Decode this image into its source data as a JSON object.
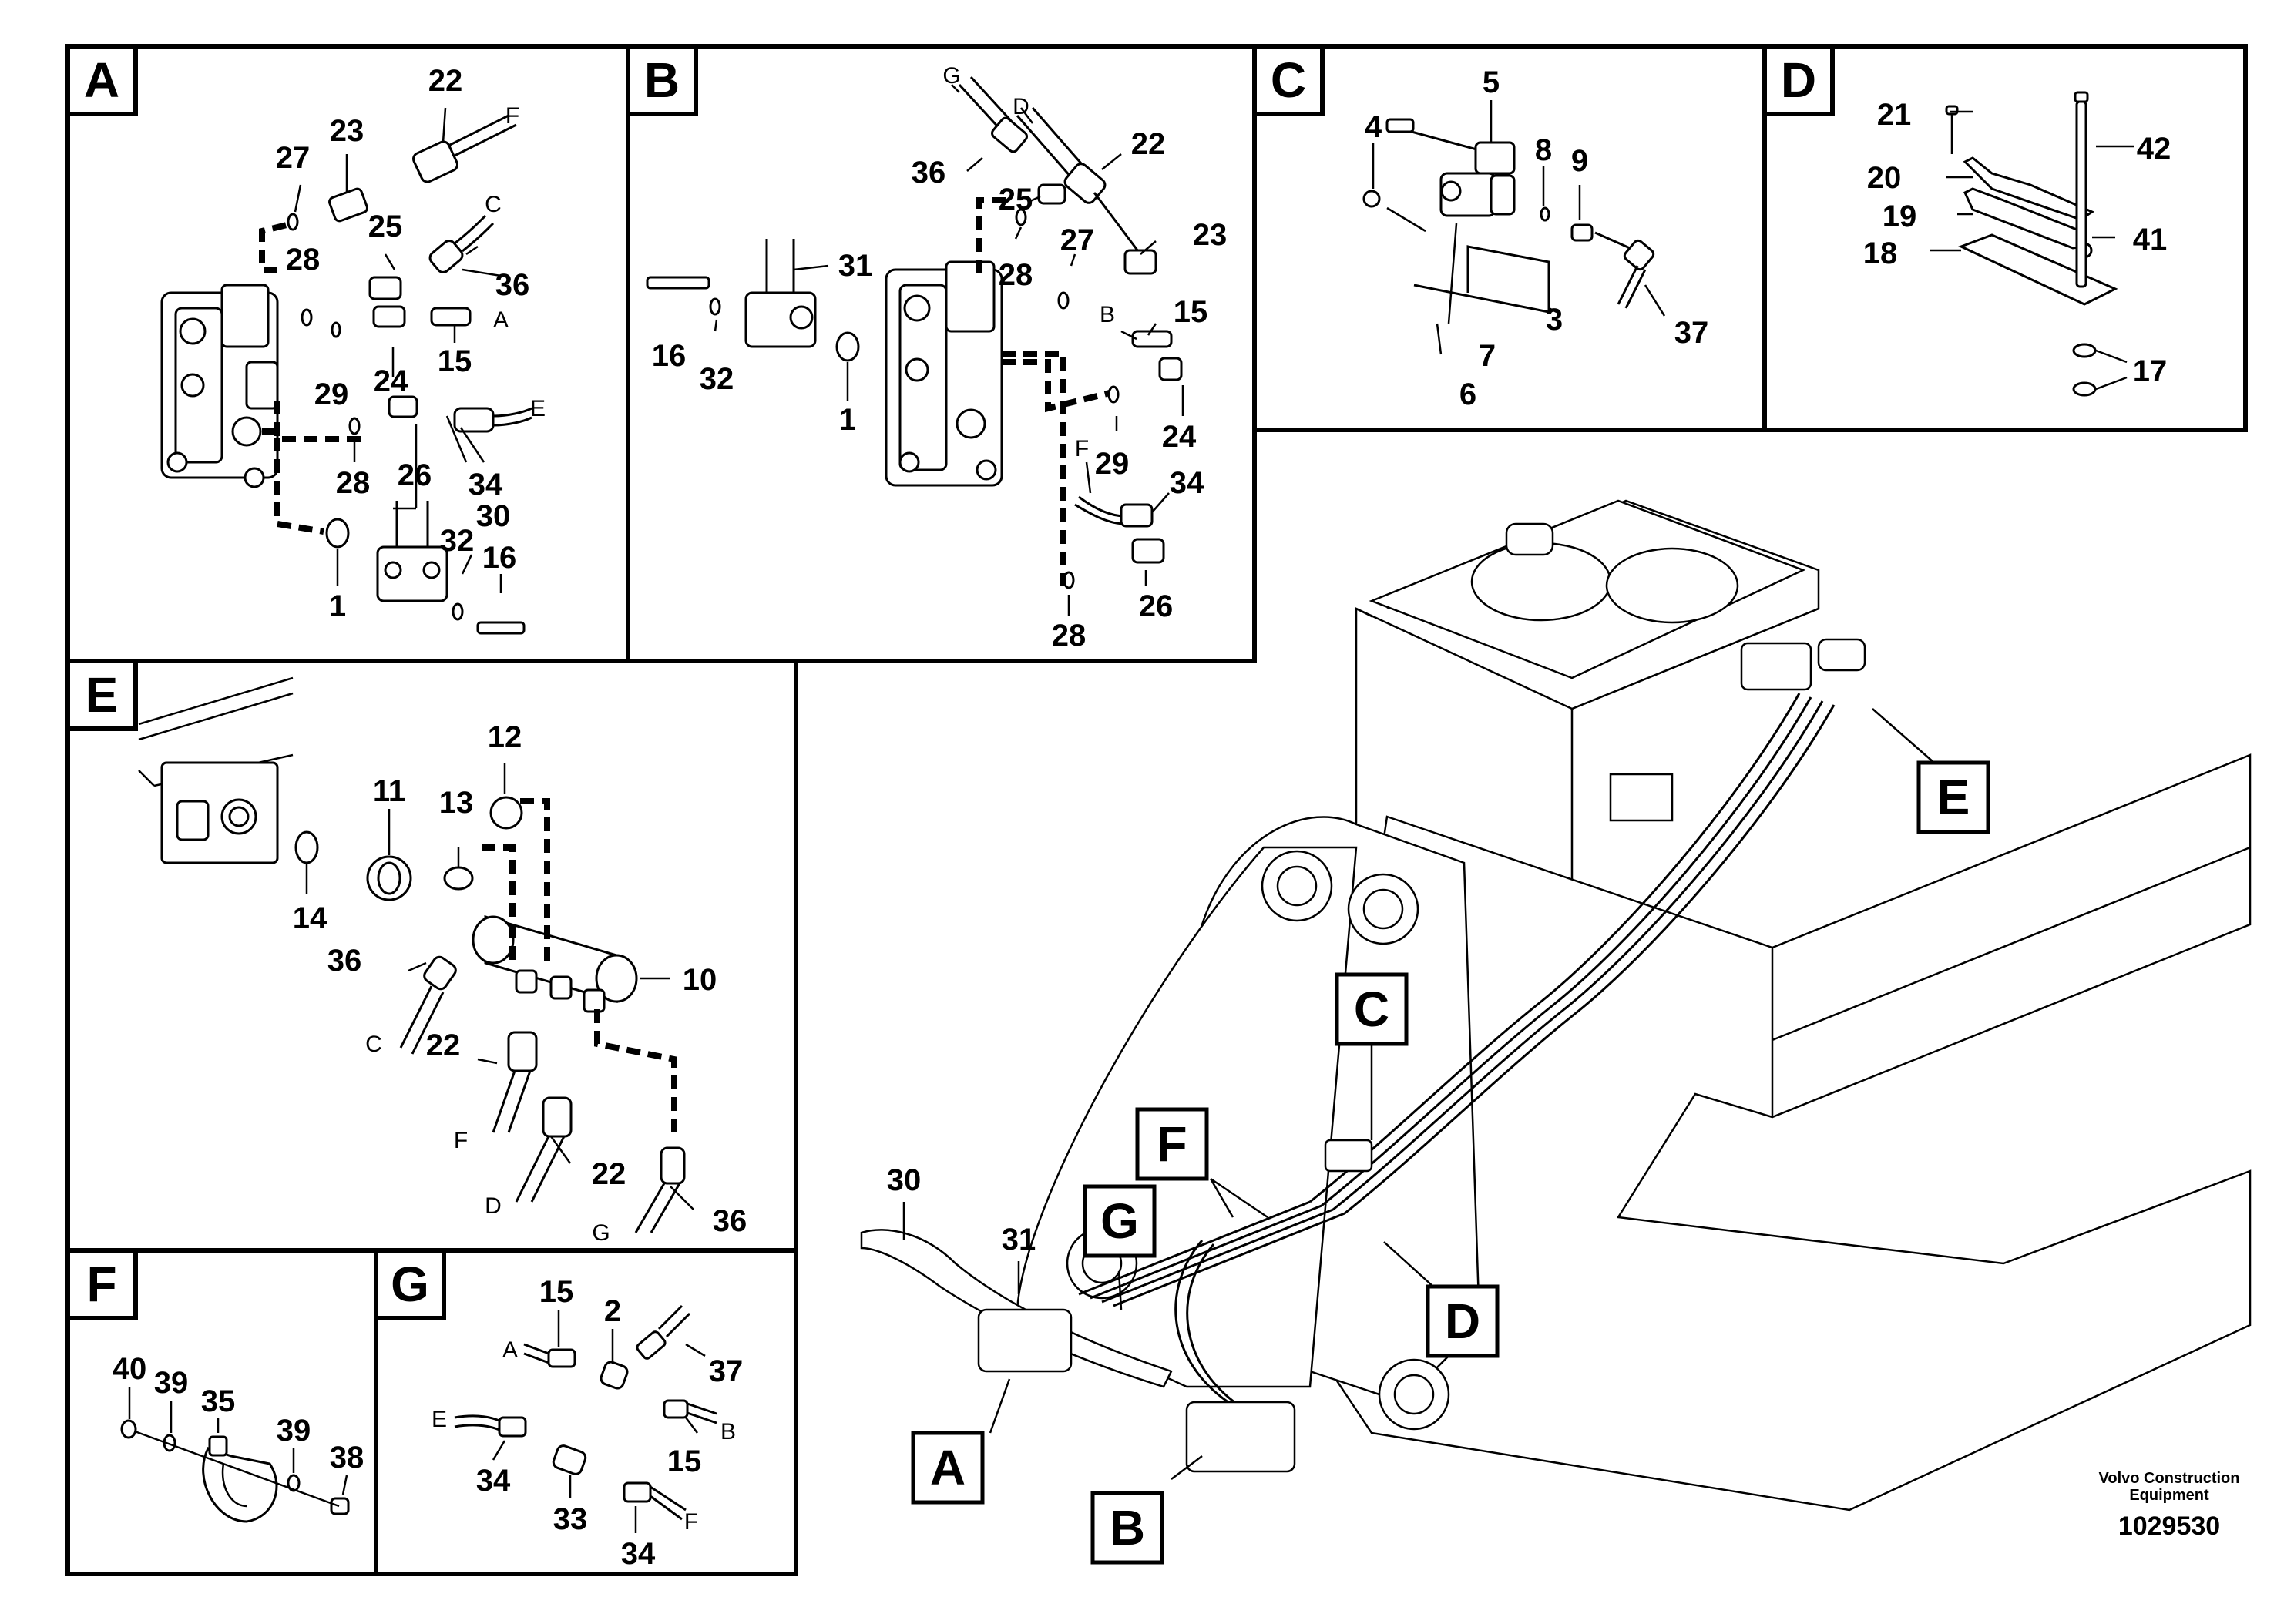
{
  "panels": {
    "A": {
      "tag": "A",
      "labels": [
        "22",
        "F",
        "27",
        "23",
        "25",
        "C",
        "36",
        "28",
        "A",
        "15",
        "29",
        "24",
        "E",
        "28",
        "26",
        "34",
        "32",
        "30",
        "16",
        "1"
      ]
    },
    "B": {
      "tag": "B",
      "labels": [
        "G",
        "D",
        "22",
        "36",
        "25",
        "28",
        "27",
        "23",
        "31",
        "B",
        "15",
        "16",
        "32",
        "1",
        "29",
        "24",
        "F",
        "34",
        "26",
        "28"
      ]
    },
    "C": {
      "tag": "C",
      "labels": [
        "5",
        "4",
        "8",
        "9",
        "3",
        "37",
        "7",
        "6"
      ]
    },
    "D": {
      "tag": "D",
      "labels": [
        "21",
        "42",
        "20",
        "19",
        "41",
        "18",
        "17"
      ]
    },
    "E": {
      "tag": "E",
      "labels": [
        "12",
        "13",
        "11",
        "14",
        "36",
        "C",
        "10",
        "22",
        "F",
        "22",
        "D",
        "36",
        "G"
      ]
    },
    "F": {
      "tag": "F",
      "labels": [
        "40",
        "39",
        "35",
        "39",
        "38"
      ]
    },
    "G": {
      "tag": "G",
      "labels": [
        "15",
        "2",
        "A",
        "37",
        "E",
        "B",
        "15",
        "34",
        "33",
        "34",
        "F"
      ]
    }
  },
  "overview": {
    "labels": [
      "30",
      "31"
    ],
    "callouts": [
      "C",
      "F",
      "G",
      "D",
      "E",
      "A",
      "B"
    ]
  },
  "footer": {
    "manufacturer": "Volvo Construction Equipment",
    "drawing_number": "1029530"
  }
}
